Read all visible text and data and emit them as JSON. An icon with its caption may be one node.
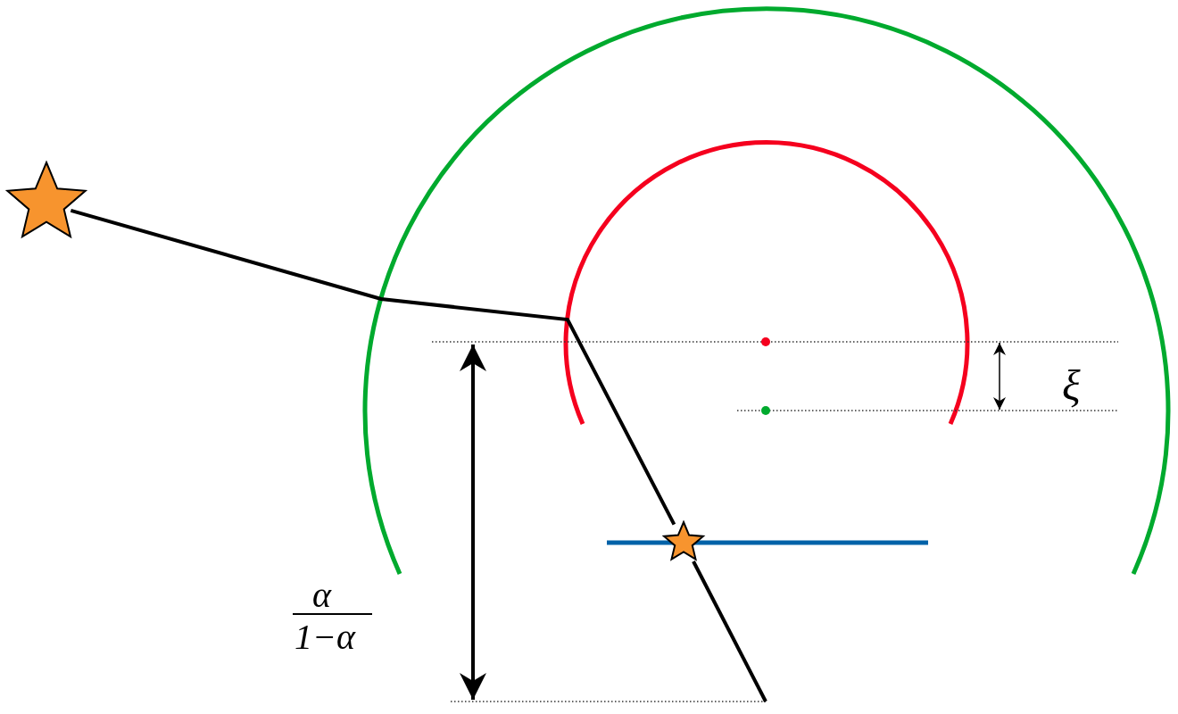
{
  "diagram": {
    "nodes": [
      {
        "text": [],
        "shape": "star"
      },
      {
        "text": [],
        "shape": "star"
      }
    ],
    "edges": [
      {
        "from": 0,
        "to": 1,
        "arrow": "none"
      }
    ],
    "labels": [
      "ξ",
      "α",
      "1−α"
    ]
  }
}
